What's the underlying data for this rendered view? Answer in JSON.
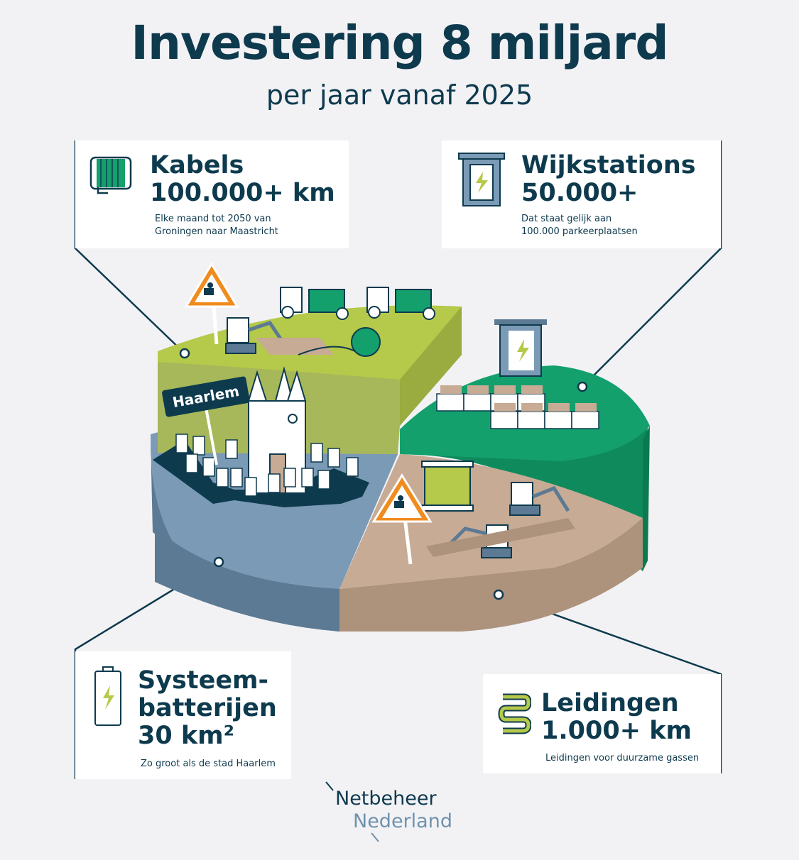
{
  "title": "Investering 8 miljard",
  "subtitle": "per jaar vanaf 2025",
  "cards": {
    "kabels": {
      "heading": "Kabels",
      "value": "100.000+ km",
      "note_line1": "Elke maand tot 2050 van",
      "note_line2": "Groningen naar Maastricht",
      "icon": "cable-reel-icon"
    },
    "wijkstations": {
      "heading": "Wijkstations",
      "value": "50.000+",
      "note_line1": "Dat staat gelijk aan",
      "note_line2": "100.000 parkeerplaatsen",
      "icon": "substation-icon"
    },
    "batterijen": {
      "heading_line1": "Systeem-",
      "heading_line2": "batterijen",
      "value": "30 km²",
      "note": "Zo groot als de stad Haarlem",
      "icon": "battery-icon"
    },
    "leidingen": {
      "heading": "Leidingen",
      "value": "1.000+ km",
      "note": "Leidingen voor duurzame gassen",
      "icon": "pipe-icon"
    }
  },
  "illustration": {
    "city_sign": "Haarlem",
    "colors": {
      "kabels": "#b5c94a",
      "wijkstations": "#13a06d",
      "batterijen": "#7b9ab6",
      "leidingen": "#c7ab94",
      "navy": "#0e3a4e"
    }
  },
  "logo": {
    "line1": "Netbeheer",
    "line2": "Nederland"
  }
}
